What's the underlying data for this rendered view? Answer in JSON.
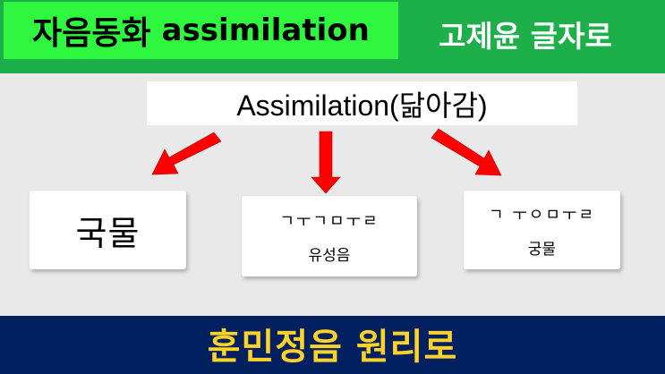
{
  "header": {
    "title_hangul": "자음동화",
    "title_latin": "assimilation",
    "subtitle": "고제윤 글자로"
  },
  "root": {
    "label": "Assimilation(닮아감)"
  },
  "nodes": [
    {
      "main": "국물"
    },
    {
      "jamo": "ㄱㅜㄱㅁㅜㄹ",
      "caption": "유성음"
    },
    {
      "jamo": "ㄱ ㅜㅇㅁㅜㄹ",
      "caption": "궁물"
    }
  ],
  "footer": {
    "text": "훈민정음 원리로"
  },
  "colors": {
    "header_bar": "#1daf4a",
    "title_highlight": "#2ff73f",
    "arrow": "#ff0000",
    "footer_bar": "#002060",
    "footer_text": "#ffd22a"
  }
}
